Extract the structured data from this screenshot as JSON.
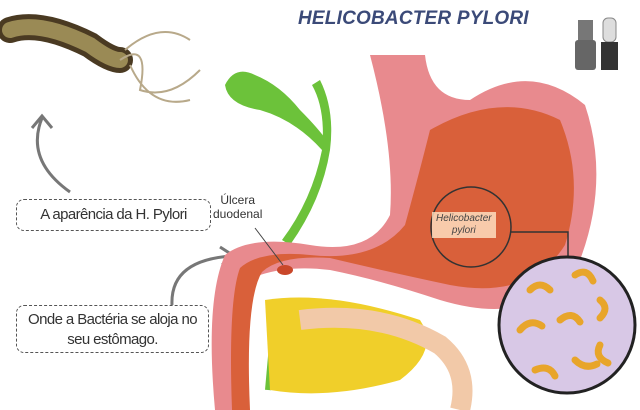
{
  "title": "HELICOBACTER PYLORI",
  "labels": {
    "appearance": "A aparência da H. Pylori",
    "location": "Onde a Bactéria se aloja no seu estômago.",
    "ulcer_line1": "Úlcera",
    "ulcer_line2": "duodenal",
    "bacteria_line1": "Helicobacter",
    "bacteria_line2": "pylori"
  },
  "colors": {
    "title": "#3b4a78",
    "stomach_outer": "#e88a8e",
    "stomach_inner": "#d9603a",
    "bile_duct": "#6cc23a",
    "bacteria": "#e8a52a",
    "magnify_bg": "#d8c8e6"
  }
}
